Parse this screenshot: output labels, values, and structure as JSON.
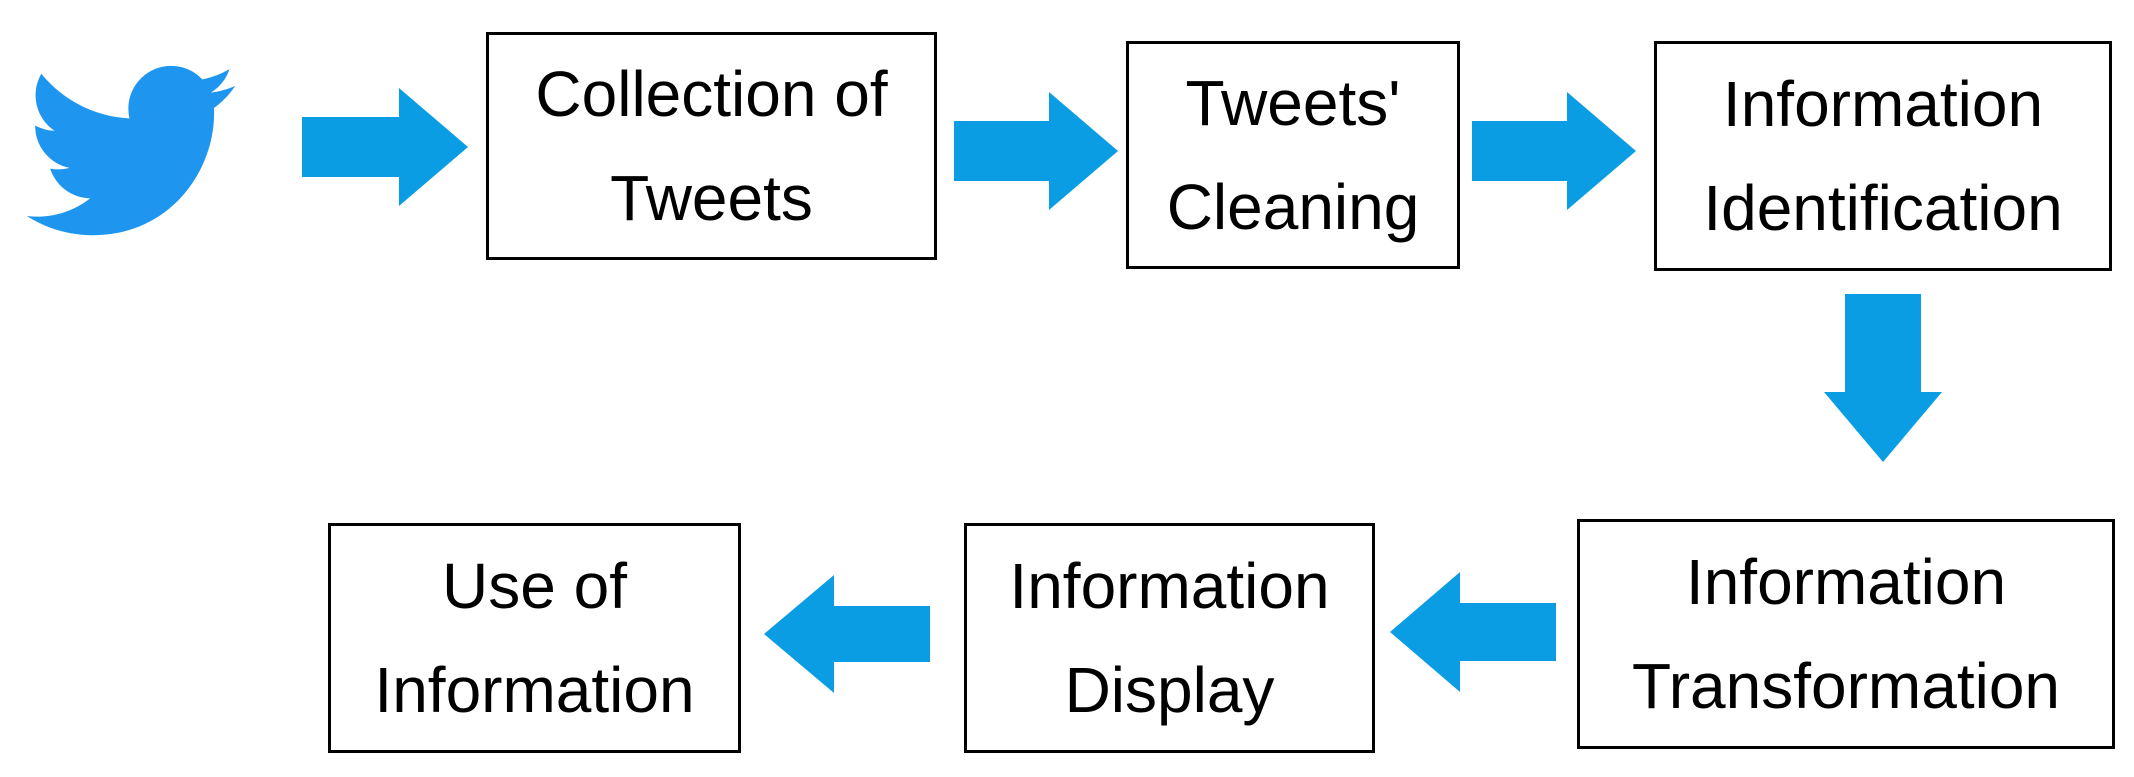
{
  "colors": {
    "arrow": "#0b9de3",
    "logo": "#1e96f0",
    "border": "#000000",
    "text": "#000000"
  },
  "icons": {
    "logo": "twitter-bird-icon",
    "arrow": "block-arrow-icon"
  },
  "steps": [
    {
      "line1": "Collection of",
      "line2": "Tweets"
    },
    {
      "line1": "Tweets'",
      "line2": "Cleaning"
    },
    {
      "line1": "Information",
      "line2": "Identification"
    },
    {
      "line1": "Information",
      "line2": "Transformation"
    },
    {
      "line1": "Information",
      "line2": "Display"
    },
    {
      "line1": "Use of",
      "line2": "Information"
    }
  ]
}
